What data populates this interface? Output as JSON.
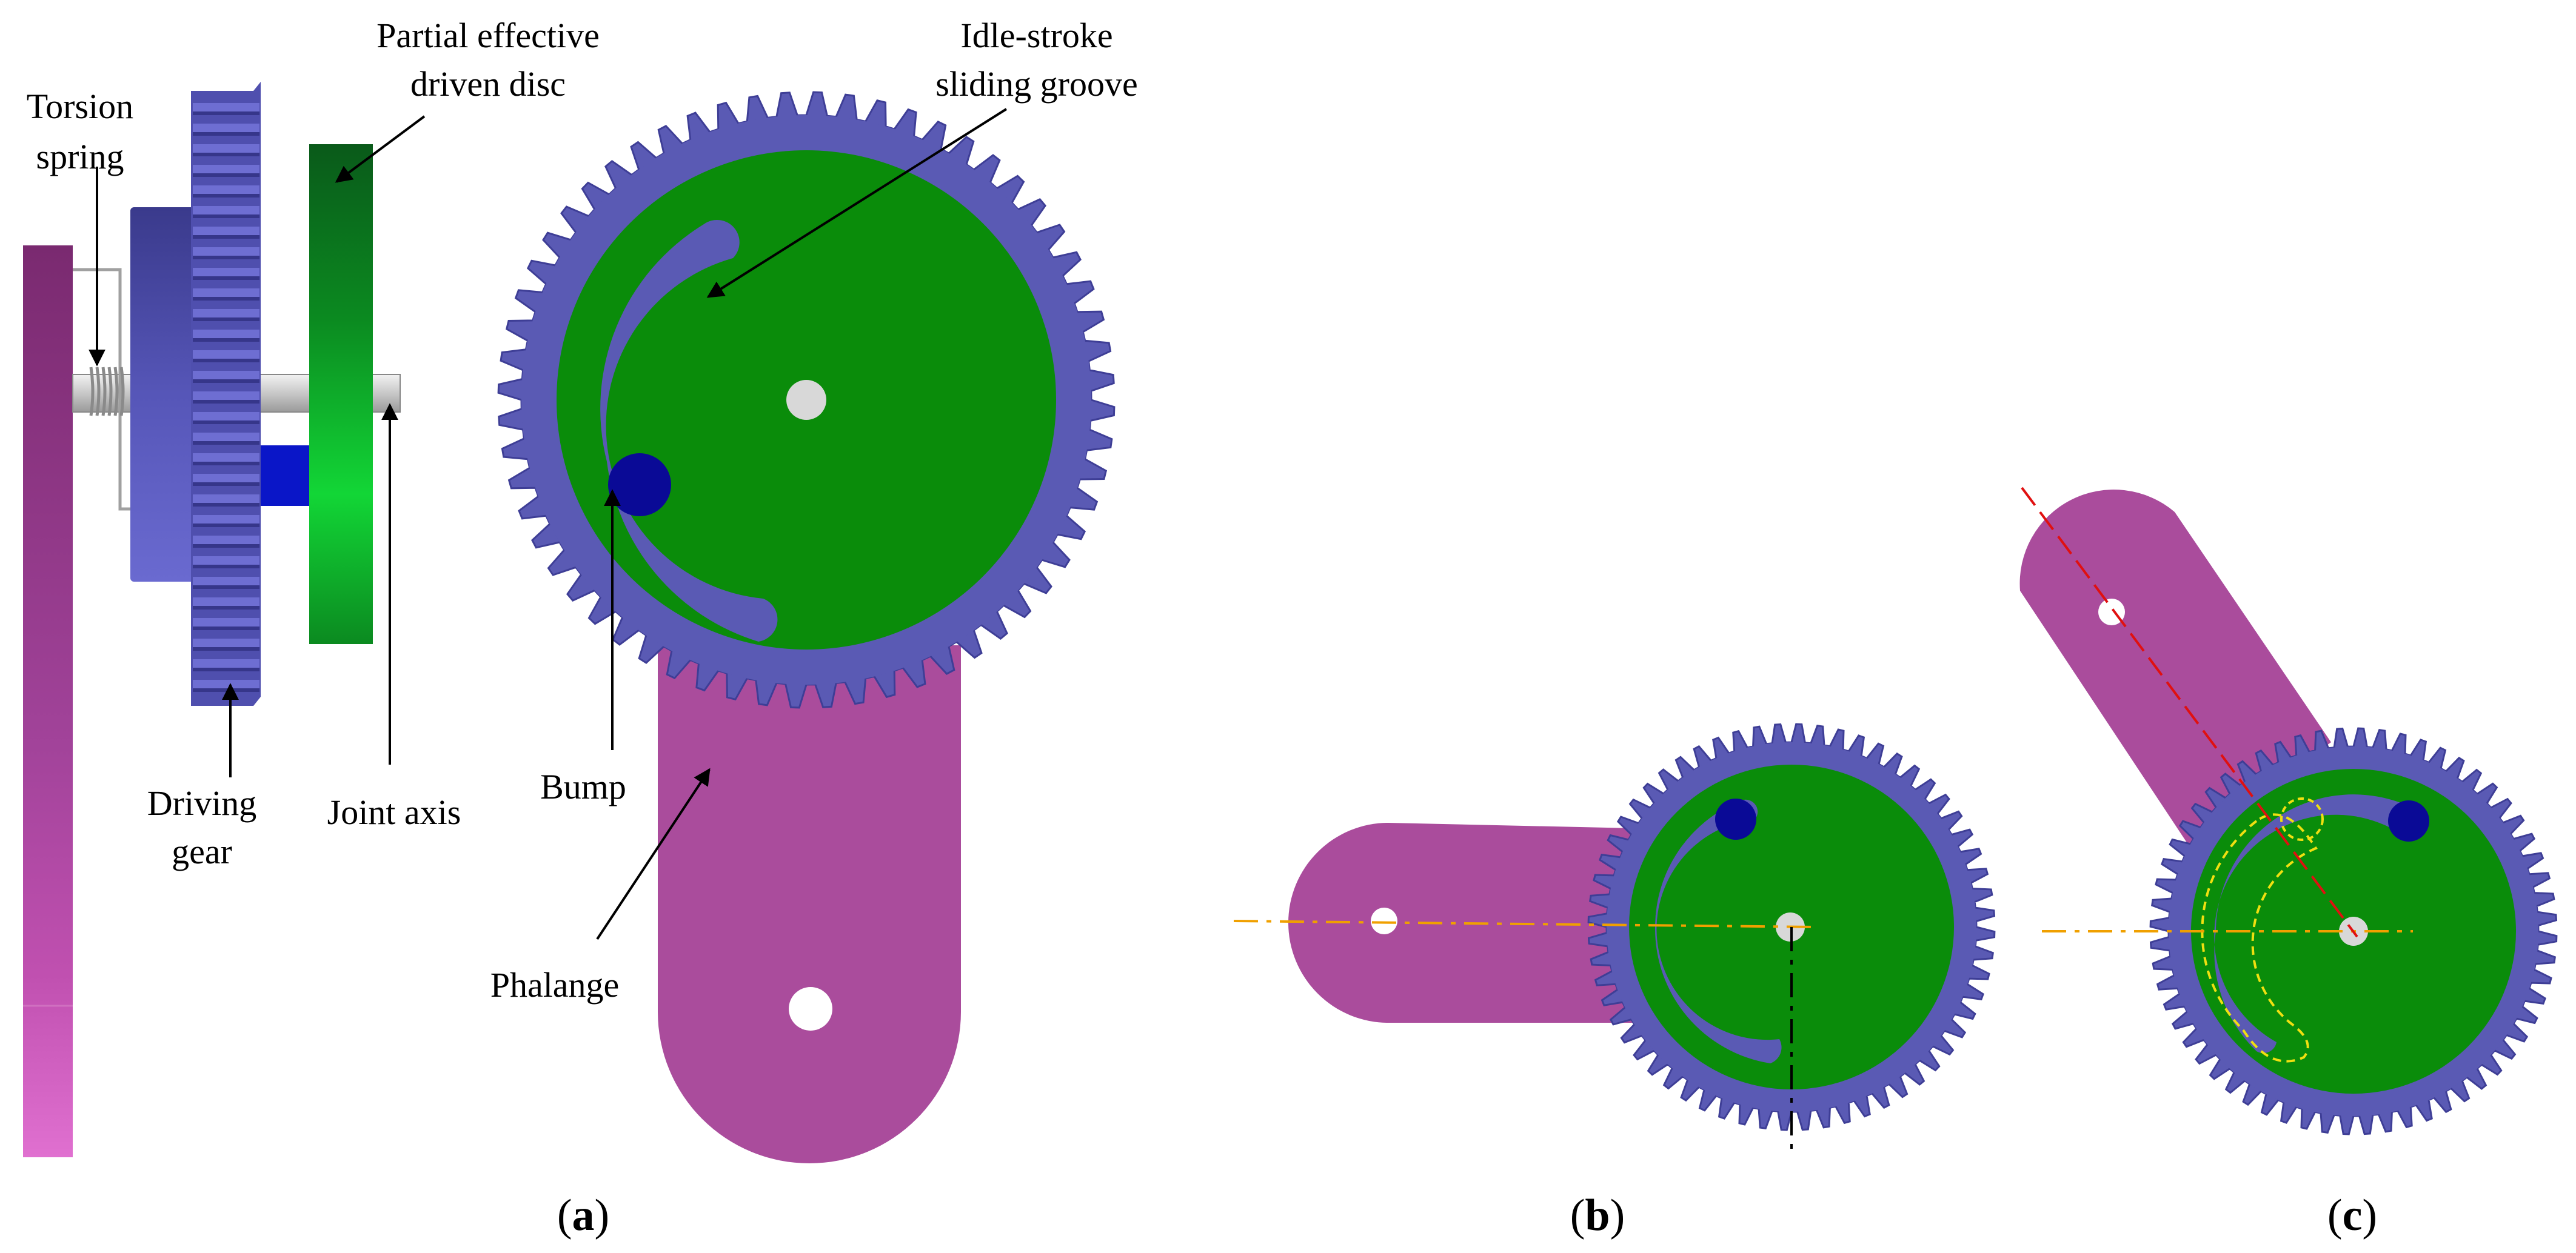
{
  "labels": {
    "torsion_spring": [
      "Torsion",
      "spring"
    ],
    "driven_disc": [
      "Partial effective",
      "driven disc"
    ],
    "groove": [
      "Idle-stroke",
      "sliding groove"
    ],
    "driving_gear": [
      "Driving",
      "gear"
    ],
    "joint_axis": "Joint axis",
    "bump": "Bump",
    "phalange": "Phalange"
  },
  "captions": {
    "a": "a",
    "b": "b",
    "c": "c"
  },
  "colors": {
    "gear": "#5a5ab4",
    "gear_dark": "#3e3e96",
    "disc": "#0a8c0a",
    "phalange": "#aa4c9c",
    "bump": "#0a0a96",
    "axis_line": "#f0a000",
    "red_line": "#e01010",
    "yellow_dash": "#f0e010"
  }
}
